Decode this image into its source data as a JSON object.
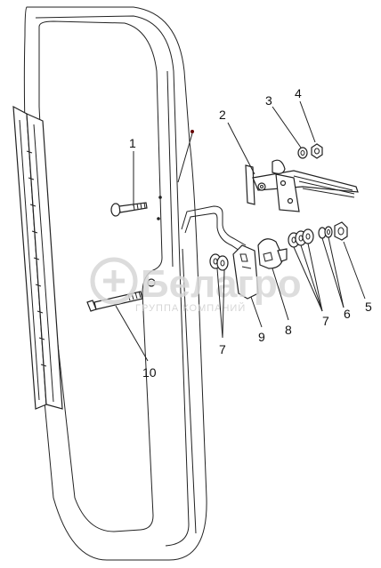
{
  "watermark": {
    "brand": "Белагро",
    "tagline": "ГРУППА КОМПАНИЙ",
    "logo_icon": "belagro-logo-icon"
  },
  "callouts": [
    {
      "id": "c1",
      "label": "1"
    },
    {
      "id": "c2",
      "label": "2"
    },
    {
      "id": "c3",
      "label": "3"
    },
    {
      "id": "c4",
      "label": "4"
    },
    {
      "id": "c5",
      "label": "5"
    },
    {
      "id": "c6",
      "label": "6"
    },
    {
      "id": "c7a",
      "label": "7"
    },
    {
      "id": "c7b",
      "label": "7"
    },
    {
      "id": "c8",
      "label": "8"
    },
    {
      "id": "c9",
      "label": "9"
    },
    {
      "id": "c10",
      "label": "10"
    }
  ]
}
